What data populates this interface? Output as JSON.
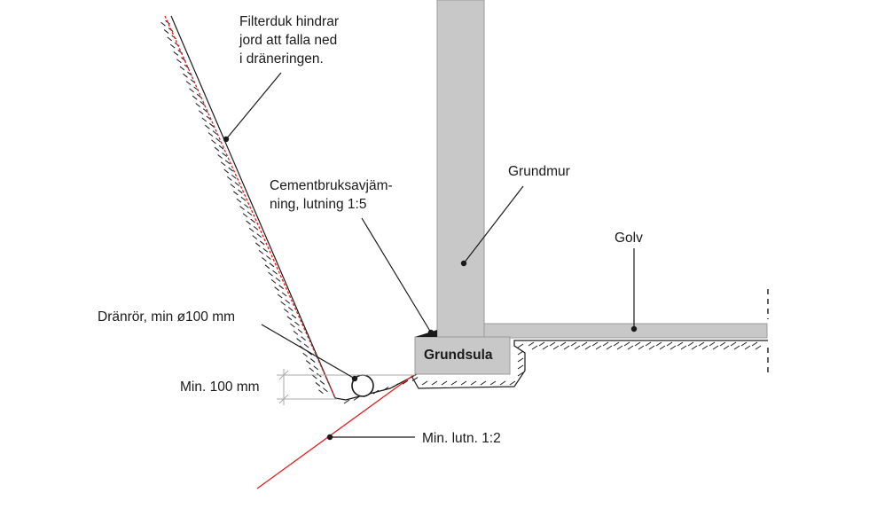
{
  "diagram": {
    "labels": {
      "filterduk": [
        "Filterduk hindrar",
        "jord att falla ned",
        "i dräneringen."
      ],
      "cementbruk": [
        "Cementbruksavjäm-",
        "ning, lutning 1:5"
      ],
      "grundmur": "Grundmur",
      "golv": "Golv",
      "dranror": "Dränrör, min ø100 mm",
      "grundsula": "Grundsula",
      "min100": "Min. 100 mm",
      "minlutn": "Min. lutn. 1:2"
    },
    "colors": {
      "concrete": "#c8c8c8",
      "ink": "#1a1a1a",
      "slope_line": "#e02020",
      "filter_fabric": "#e02020"
    }
  }
}
